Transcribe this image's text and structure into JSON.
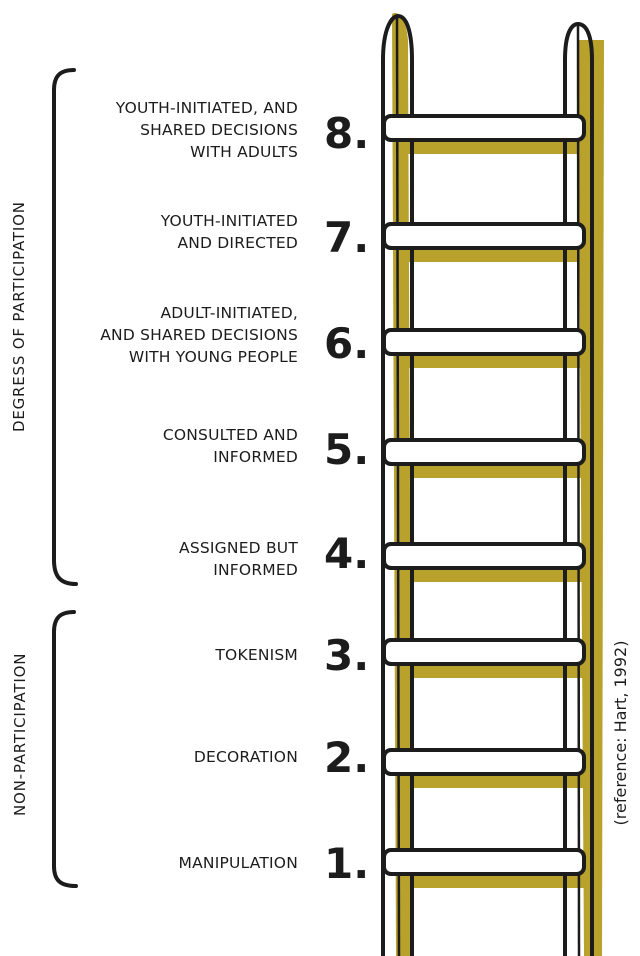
{
  "groups": {
    "participation": "DEGRESS OF PARTICIPATION",
    "non_participation": "NON-PARTICIPATION"
  },
  "reference": "(reference: Hart, 1992)",
  "rungs": [
    {
      "number": "8.",
      "lines": [
        "YOUTH-INITIATED, AND",
        "SHARED DECISIONS",
        "WITH ADULTS"
      ]
    },
    {
      "number": "7.",
      "lines": [
        "YOUTH-INITIATED",
        "AND DIRECTED"
      ]
    },
    {
      "number": "6.",
      "lines": [
        "ADULT-INITIATED,",
        "AND SHARED DECISIONS",
        "WITH YOUNG PEOPLE"
      ]
    },
    {
      "number": "5.",
      "lines": [
        "CONSULTED AND",
        "INFORMED"
      ]
    },
    {
      "number": "4.",
      "lines": [
        "ASSIGNED BUT",
        "INFORMED"
      ]
    },
    {
      "number": "3.",
      "lines": [
        "TOKENISM"
      ]
    },
    {
      "number": "2.",
      "lines": [
        "DECORATION"
      ]
    },
    {
      "number": "1.",
      "lines": [
        "MANIPULATION"
      ]
    }
  ],
  "colors": {
    "accent": "#B9A22C",
    "ink": "#1C1C1C",
    "background": "#FFFFFF"
  }
}
